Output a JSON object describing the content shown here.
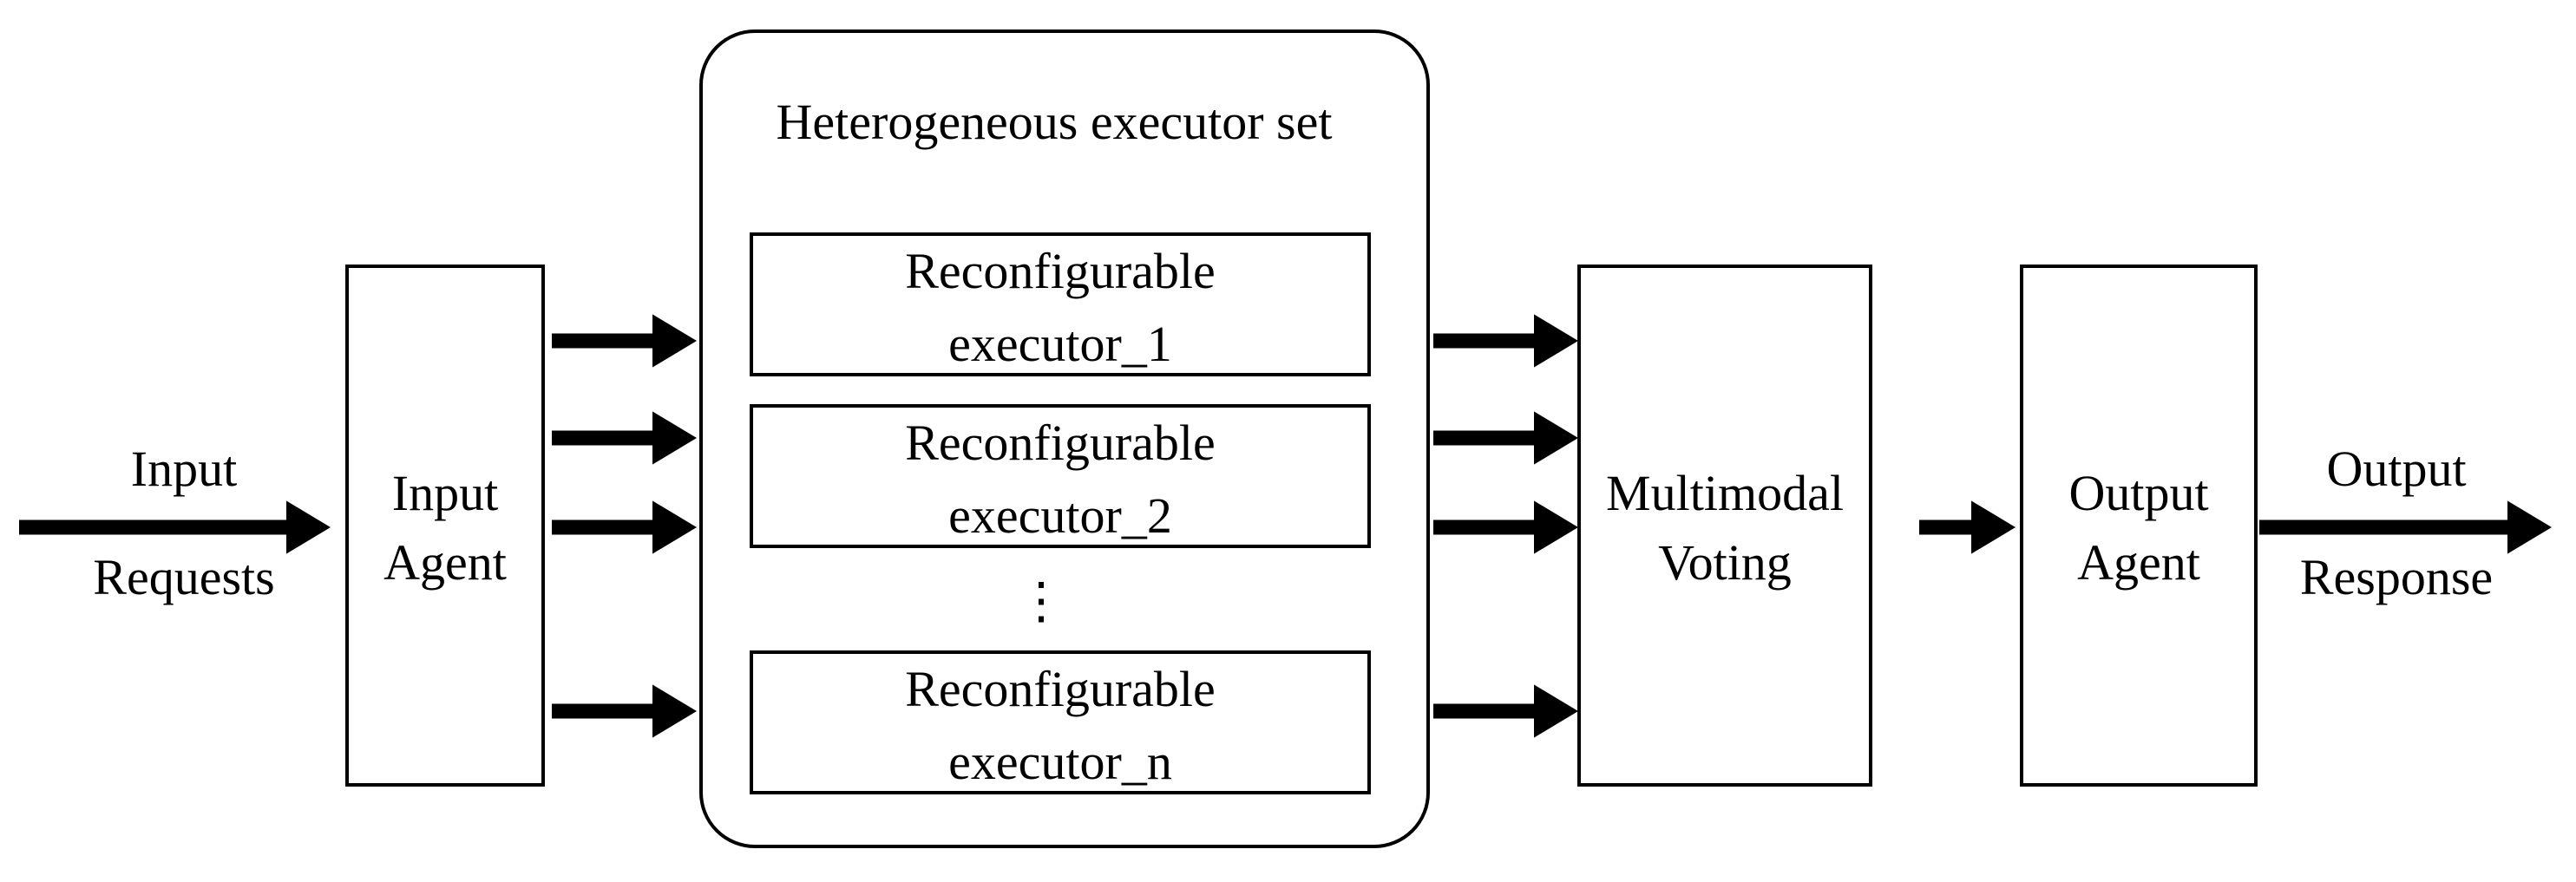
{
  "input": {
    "label_line1": "Input",
    "label_line2": "Requests"
  },
  "input_agent": {
    "line1": "Input",
    "line2": "Agent"
  },
  "executor_set": {
    "title": "Heterogeneous executor set",
    "ellipsis": "⋮",
    "executors": [
      {
        "line1": "Reconfigurable",
        "line2": "executor_1"
      },
      {
        "line1": "Reconfigurable",
        "line2": "executor_2"
      },
      {
        "line1": "Reconfigurable",
        "line2": "executor_n"
      }
    ]
  },
  "voting": {
    "line1": "Multimodal",
    "line2": "Voting"
  },
  "output_agent": {
    "line1": "Output",
    "line2": "Agent"
  },
  "output": {
    "label_line1": "Output",
    "label_line2": "Response"
  },
  "colors": {
    "stroke": "#000000",
    "background": "#ffffff"
  }
}
